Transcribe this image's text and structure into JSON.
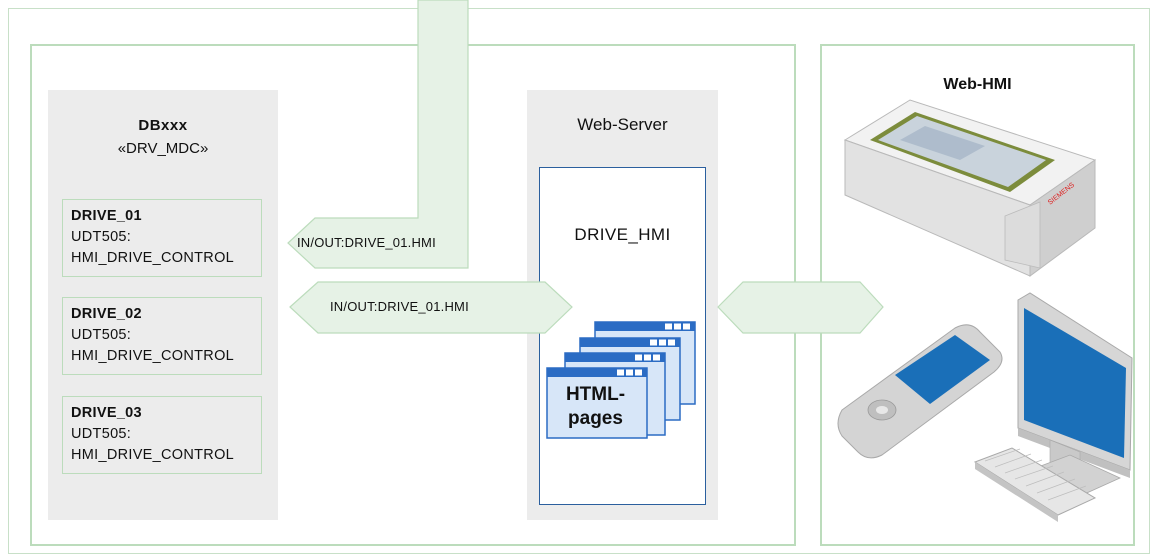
{
  "db": {
    "title": "DBxxx",
    "subtitle": "«DRV_MDC»"
  },
  "drives": [
    {
      "name": "DRIVE_01",
      "type": "UDT505:",
      "desc": "HMI_DRIVE_CONTROL"
    },
    {
      "name": "DRIVE_02",
      "type": "UDT505:",
      "desc": "HMI_DRIVE_CONTROL"
    },
    {
      "name": "DRIVE_03",
      "type": "UDT505:",
      "desc": "HMI_DRIVE_CONTROL"
    }
  ],
  "arrows": {
    "upper": "IN/OUT:DRIVE_01.HMI",
    "lower": "IN/OUT:DRIVE_01.HMI"
  },
  "web_server": {
    "title": "Web-Server",
    "app": "DRIVE_HMI",
    "pages_line1": "HTML-",
    "pages_line2": "pages"
  },
  "web_hmi": {
    "title": "Web-HMI",
    "panel_brand": "SIEMENS"
  },
  "colors": {
    "frame": "#bcdcbc",
    "arrow_fill": "#e6f2e6",
    "panel_gray": "#ececec",
    "window_blue": "#2b6cc4",
    "screen_blue": "#1a6fb8"
  }
}
